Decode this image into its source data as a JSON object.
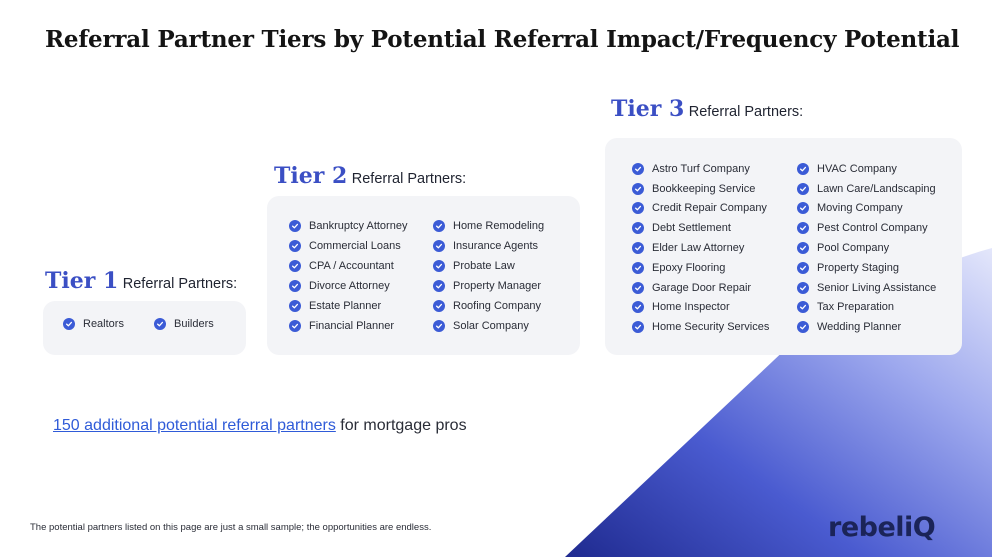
{
  "title": "Referral Partner Tiers by Potential Referral Impact/Frequency Potential",
  "tier1": {
    "label": "Tier 1",
    "subtitle": "Referral Partners:",
    "items": [
      "Realtors",
      "Builders"
    ]
  },
  "tier2": {
    "label": "Tier 2",
    "subtitle": "Referral Partners:",
    "col1": [
      "Bankruptcy Attorney",
      "Commercial Loans",
      "CPA / Accountant",
      "Divorce Attorney",
      "Estate Planner",
      "Financial Planner"
    ],
    "col2": [
      "Home Remodeling",
      "Insurance Agents",
      "Probate Law",
      "Property Manager",
      "Roofing Company",
      "Solar Company"
    ]
  },
  "tier3": {
    "label": "Tier 3",
    "subtitle": "Referral Partners:",
    "col1": [
      "Astro Turf Company",
      "Bookkeeping Service",
      "Credit Repair Company",
      "Debt Settlement",
      "Elder Law Attorney",
      "Epoxy Flooring",
      "Garage Door Repair",
      "Home Inspector",
      "Home Security Services"
    ],
    "col2": [
      "HVAC Company",
      "Lawn Care/Landscaping",
      "Moving Company",
      "Pest Control Company",
      "Pool Company",
      "Property Staging",
      "Senior Living Assistance",
      "Tax Preparation",
      "Wedding Planner"
    ]
  },
  "footer": {
    "link_text": "150 additional potential referral partners",
    "suffix": " for mortgage pros"
  },
  "disclaimer": "The potential partners listed on this page are just a small sample; the opportunities are endless.",
  "logo": {
    "part1": "rebel",
    "part2": "iQ"
  },
  "colors": {
    "accent": "#3b4fc4",
    "check": "#3b5bd6",
    "card": "#f3f4f7",
    "link": "#2f5bd8",
    "logo": "#1b2458"
  },
  "icons": {
    "bullet": "check-circle-icon"
  }
}
